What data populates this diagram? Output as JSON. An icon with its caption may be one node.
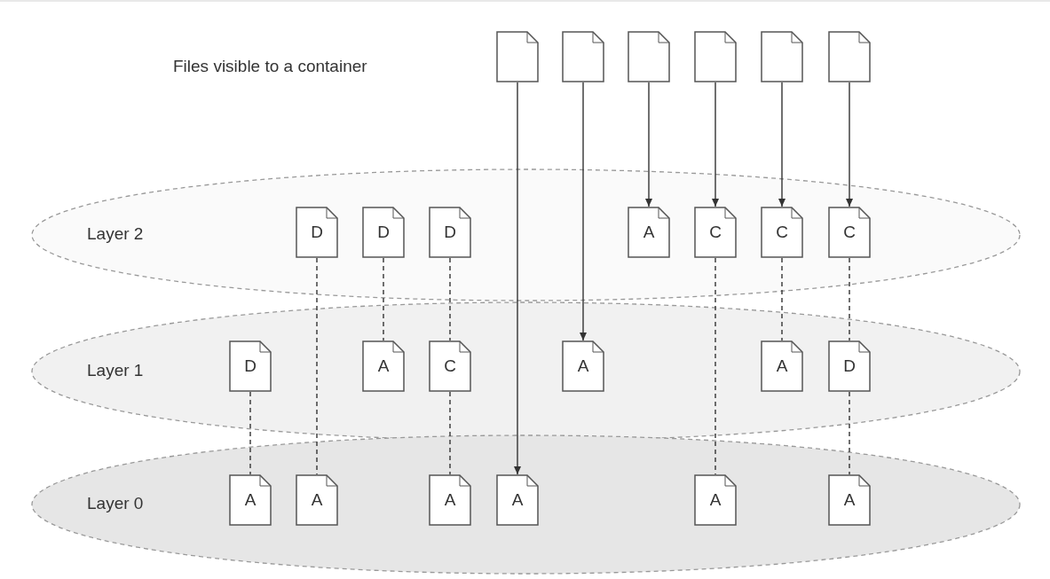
{
  "diagram": {
    "nodes": [
      {
        "text": [],
        "shape": "document"
      },
      {
        "text": [],
        "shape": "document"
      },
      {
        "text": [],
        "shape": "document"
      },
      {
        "text": [],
        "shape": "document"
      },
      {
        "text": [],
        "shape": "document"
      },
      {
        "text": [],
        "shape": "document"
      },
      {
        "text": [
          "Layer 2"
        ]
      },
      {
        "text": [
          "D"
        ],
        "in": 6
      },
      {
        "text": [
          "D"
        ],
        "in": 6
      },
      {
        "text": [
          "D"
        ],
        "in": 6
      },
      {
        "text": [
          "A"
        ],
        "in": 6
      },
      {
        "text": [
          "C"
        ],
        "in": 6
      },
      {
        "text": [
          "C"
        ],
        "in": 6
      },
      {
        "text": [
          "C"
        ],
        "in": 6
      },
      {
        "text": [
          "Layer 1"
        ]
      },
      {
        "text": [
          "D"
        ],
        "in": 14
      },
      {
        "text": [
          "A"
        ],
        "in": 14
      },
      {
        "text": [
          "C"
        ],
        "in": 14
      },
      {
        "text": [
          "A"
        ],
        "in": 14
      },
      {
        "text": [
          "A"
        ],
        "in": 14
      },
      {
        "text": [
          "D"
        ],
        "in": 14
      },
      {
        "text": [
          "Layer 0"
        ]
      },
      {
        "text": [
          "A"
        ],
        "in": 21
      },
      {
        "text": [
          "A"
        ],
        "in": 21
      },
      {
        "text": [
          "A"
        ],
        "in": 21
      },
      {
        "text": [
          "A"
        ],
        "in": 21
      },
      {
        "text": [
          "A"
        ],
        "in": 21
      },
      {
        "text": [
          "A"
        ],
        "in": 21
      }
    ],
    "edges": [
      {
        "from": 0,
        "to": 25,
        "arrow": "to"
      },
      {
        "from": 1,
        "to": 18,
        "arrow": "to"
      },
      {
        "from": 2,
        "to": 10,
        "arrow": "to"
      },
      {
        "from": 3,
        "to": 11,
        "arrow": "to"
      },
      {
        "from": 4,
        "to": 12,
        "arrow": "to"
      },
      {
        "from": 5,
        "to": 13,
        "arrow": "to"
      },
      {
        "from": 7,
        "to": 23,
        "arrow": "none",
        "style": "dashed"
      },
      {
        "from": 8,
        "to": 16,
        "arrow": "none",
        "style": "dashed"
      },
      {
        "from": 9,
        "to": 17,
        "arrow": "none",
        "style": "dashed"
      },
      {
        "from": 17,
        "to": 24,
        "arrow": "none",
        "style": "dashed"
      },
      {
        "from": 15,
        "to": 22,
        "arrow": "none",
        "style": "dashed"
      },
      {
        "from": 11,
        "to": 26,
        "arrow": "none",
        "style": "dashed"
      },
      {
        "from": 12,
        "to": 19,
        "arrow": "none",
        "style": "dashed"
      },
      {
        "from": 13,
        "to": 20,
        "arrow": "none",
        "style": "dashed"
      },
      {
        "from": 20,
        "to": 27,
        "arrow": "none",
        "style": "dashed"
      }
    ],
    "labels": [
      "Files visible to a container"
    ]
  }
}
